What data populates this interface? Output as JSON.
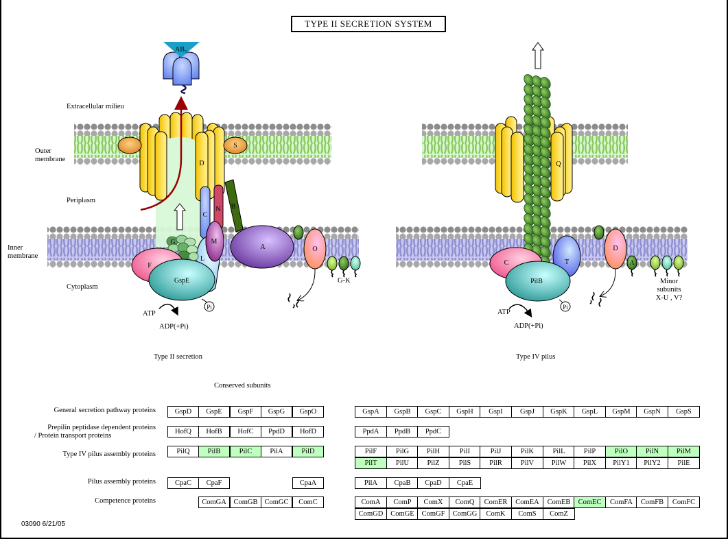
{
  "title": "TYPE II SECRETION SYSTEM",
  "footer": "03090   6/21/05",
  "colors": {
    "highlight": "#bfffbf",
    "outer_membrane": "#a6d67a",
    "inner_membrane": "#a0a0d8",
    "secretin": "#f8cc28",
    "atpase": "#3aa8a0",
    "pilus": "#3f7f2a",
    "substrate_arrow": "#990000"
  },
  "diagram": {
    "left": {
      "caption": "Type II secretion",
      "labels": {
        "extracellular": "Extracellular milieu",
        "outer_membrane_1": "Outer",
        "outer_membrane_2": "membrane",
        "periplasm": "Periplasm",
        "inner_membrane_1": "Inner",
        "inner_membrane_2": "membrane",
        "cytoplasm": "Cytoplasm",
        "toxin": "AB",
        "toxin_sub": "5",
        "atp": "ATP",
        "adp": "ADP(+Pi)",
        "pi": "Pi",
        "gk": "G-K"
      },
      "proteins": [
        "D",
        "S",
        "C",
        "N",
        "B",
        "M",
        "L",
        "A",
        "O",
        "G",
        "F",
        "GspE"
      ]
    },
    "right": {
      "caption": "Type IV pilus",
      "labels": {
        "atp": "ATP",
        "adp": "ADP(+Pi)",
        "pi": "Pi",
        "minor_1": "Minor",
        "minor_2": "subunits",
        "minor_3": "X-U , V?"
      },
      "proteins": [
        "Q",
        "C",
        "T",
        "PilB",
        "D",
        "A"
      ]
    }
  },
  "table": {
    "heading": "Conserved subunits",
    "rows": [
      {
        "label": "General secretion pathway proteins",
        "left": [
          {
            "name": "GspD",
            "hl": false
          },
          {
            "name": "GspE",
            "hl": false
          },
          {
            "name": "GspF",
            "hl": false
          },
          {
            "name": "GspG",
            "hl": false
          },
          {
            "name": "GspO",
            "hl": false
          }
        ],
        "right": [
          [
            {
              "name": "GspA",
              "hl": false
            },
            {
              "name": "GspB",
              "hl": false
            },
            {
              "name": "GspC",
              "hl": false
            },
            {
              "name": "GspH",
              "hl": false
            },
            {
              "name": "GspI",
              "hl": false
            },
            {
              "name": "GspJ",
              "hl": false
            },
            {
              "name": "GspK",
              "hl": false
            },
            {
              "name": "GspL",
              "hl": false
            },
            {
              "name": "GspM",
              "hl": false
            },
            {
              "name": "GspN",
              "hl": false
            },
            {
              "name": "GspS",
              "hl": false
            }
          ]
        ]
      },
      {
        "label": "Prepilin peptidase dependent proteins",
        "label2": "/ Protein transport proteins",
        "left": [
          {
            "name": "HofQ",
            "hl": false
          },
          {
            "name": "HofB",
            "hl": false
          },
          {
            "name": "HofC",
            "hl": false
          },
          {
            "name": "PpdD",
            "hl": false
          },
          {
            "name": "HofD",
            "hl": false
          }
        ],
        "right": [
          [
            {
              "name": "PpdA",
              "hl": false
            },
            {
              "name": "PpdB",
              "hl": false
            },
            {
              "name": "PpdC",
              "hl": false
            }
          ]
        ]
      },
      {
        "label": "Type IV pilus assembly proteins",
        "left": [
          {
            "name": "PilQ",
            "hl": false
          },
          {
            "name": "PilB",
            "hl": true
          },
          {
            "name": "PilC",
            "hl": true
          },
          {
            "name": "PilA",
            "hl": false
          },
          {
            "name": "PilD",
            "hl": true
          }
        ],
        "right": [
          [
            {
              "name": "PilF",
              "hl": false
            },
            {
              "name": "PilG",
              "hl": false
            },
            {
              "name": "PilH",
              "hl": false
            },
            {
              "name": "PilI",
              "hl": false
            },
            {
              "name": "PilJ",
              "hl": false
            },
            {
              "name": "PilK",
              "hl": false
            },
            {
              "name": "PilL",
              "hl": false
            },
            {
              "name": "PilP",
              "hl": false
            },
            {
              "name": "PilO",
              "hl": true
            },
            {
              "name": "PilN",
              "hl": true
            },
            {
              "name": "PilM",
              "hl": true
            }
          ],
          [
            {
              "name": "PilT",
              "hl": true
            },
            {
              "name": "PilU",
              "hl": false
            },
            {
              "name": "PilZ",
              "hl": false
            },
            {
              "name": "PilS",
              "hl": false
            },
            {
              "name": "PilR",
              "hl": false
            },
            {
              "name": "PilV",
              "hl": false
            },
            {
              "name": "PilW",
              "hl": false
            },
            {
              "name": "PilX",
              "hl": false
            },
            {
              "name": "PilY1",
              "hl": false
            },
            {
              "name": "PilY2",
              "hl": false
            },
            {
              "name": "PilE",
              "hl": false
            }
          ]
        ]
      },
      {
        "label": "Pilus assembly proteins",
        "left": [
          {
            "name": "CpaC",
            "hl": false
          },
          {
            "name": "CpaF",
            "hl": false
          },
          null,
          null,
          {
            "name": "CpaA",
            "hl": false
          }
        ],
        "right": [
          [
            {
              "name": "PilA",
              "hl": false
            },
            {
              "name": "CpaB",
              "hl": false
            },
            {
              "name": "CpaD",
              "hl": false
            },
            {
              "name": "CpaE",
              "hl": false
            }
          ]
        ]
      },
      {
        "label": "Competence proteins",
        "left": [
          null,
          {
            "name": "ComGA",
            "hl": false
          },
          {
            "name": "ComGB",
            "hl": false
          },
          {
            "name": "ComGC",
            "hl": false
          },
          {
            "name": "ComC",
            "hl": false
          }
        ],
        "right": [
          [
            {
              "name": "ComA",
              "hl": false
            },
            {
              "name": "ComP",
              "hl": false
            },
            {
              "name": "ComX",
              "hl": false
            },
            {
              "name": "ComQ",
              "hl": false
            },
            {
              "name": "ComER",
              "hl": false
            },
            {
              "name": "ComEA",
              "hl": false
            },
            {
              "name": "ComEB",
              "hl": false
            },
            {
              "name": "ComEC",
              "hl": true
            },
            {
              "name": "ComFA",
              "hl": false
            },
            {
              "name": "ComFB",
              "hl": false
            },
            {
              "name": "ComFC",
              "hl": false
            }
          ],
          [
            {
              "name": "ComGD",
              "hl": false
            },
            {
              "name": "ComGE",
              "hl": false
            },
            {
              "name": "ComGF",
              "hl": false
            },
            {
              "name": "ComGG",
              "hl": false
            },
            {
              "name": "ComK",
              "hl": false
            },
            {
              "name": "ComS",
              "hl": false
            },
            {
              "name": "ComZ",
              "hl": false
            }
          ]
        ]
      }
    ]
  }
}
